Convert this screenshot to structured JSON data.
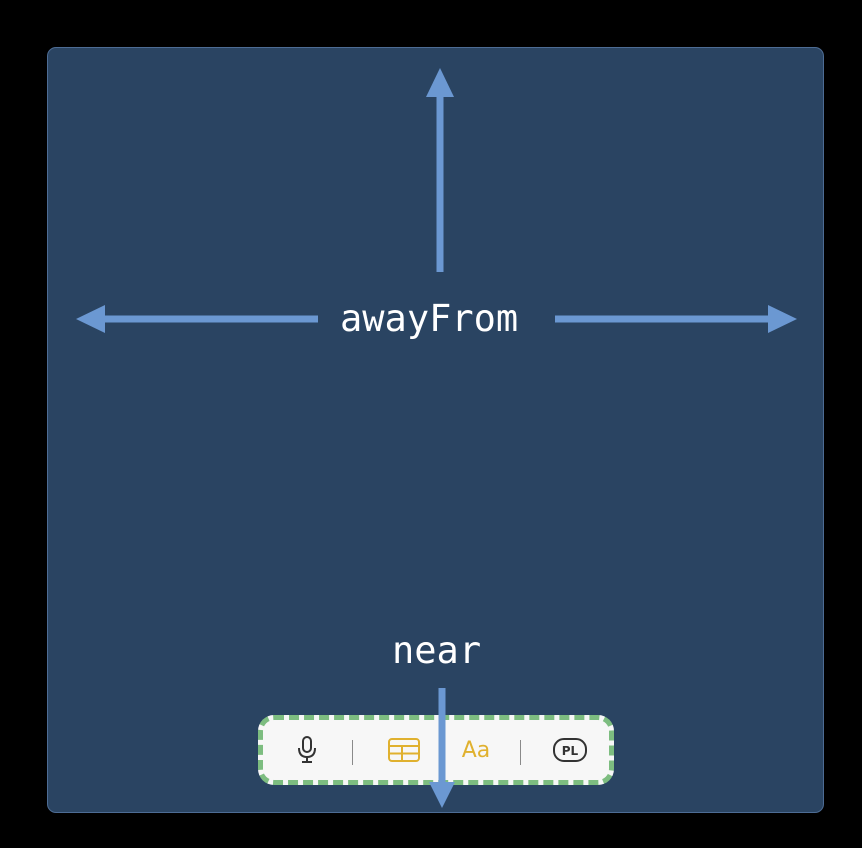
{
  "diagram": {
    "labels": {
      "away_from": "awayFrom",
      "near": "near"
    },
    "toolbar": {
      "items": [
        {
          "name": "microphone-icon"
        },
        {
          "name": "table-icon"
        },
        {
          "name": "text-format",
          "text": "Aa"
        },
        {
          "name": "pl-icon",
          "text": "PL"
        }
      ]
    },
    "colors": {
      "background": "#000000",
      "panel": "#2a4462",
      "panel_border": "#4d6c94",
      "arrow": "#6b98d2",
      "toolbar_bg": "#f7f7f7",
      "toolbar_dash": "#7dbd80",
      "accent": "#e0b12f",
      "icon_dark": "#333333"
    }
  }
}
